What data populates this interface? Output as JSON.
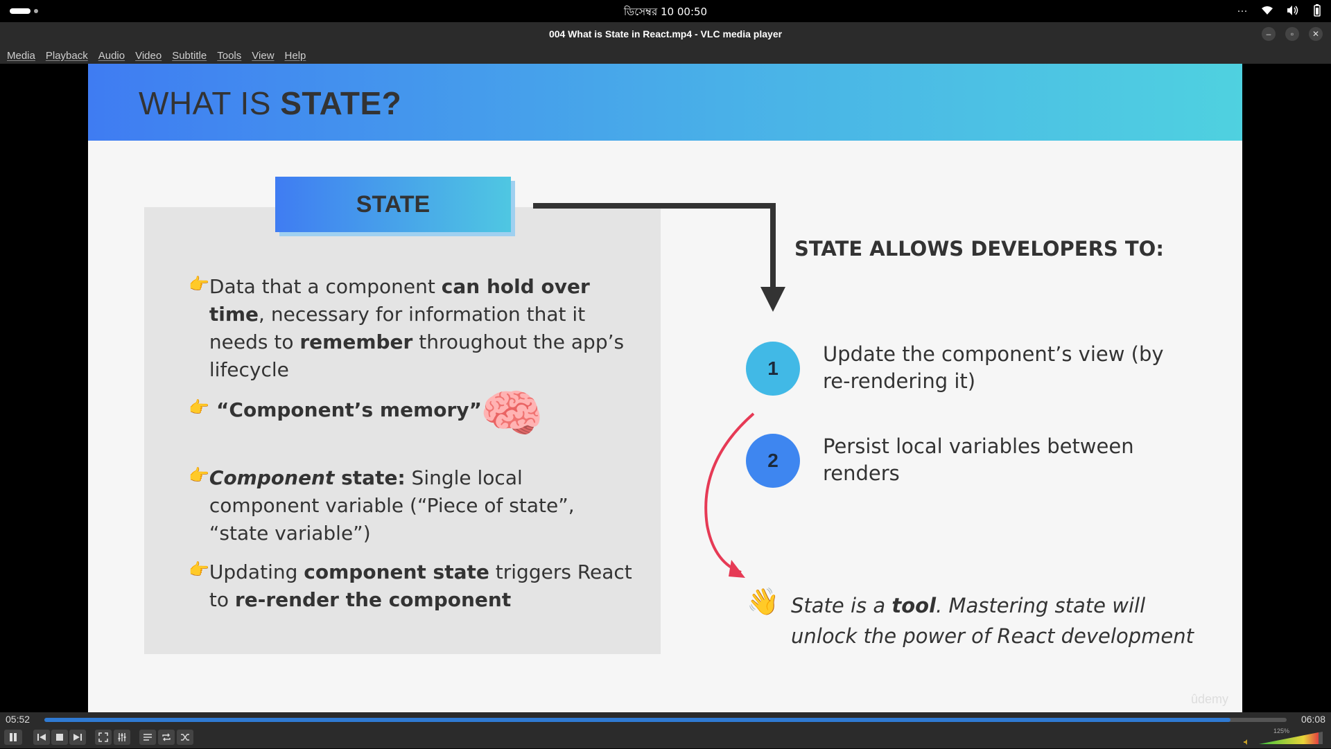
{
  "topbar": {
    "clock": "ডিসেম্বর 10  00:50",
    "more": "···"
  },
  "window": {
    "title": "004 What is State in React.mp4 - VLC media player",
    "minimize": "–",
    "restore": "▫",
    "close": "✕"
  },
  "menu": {
    "items": [
      "Media",
      "Playback",
      "Audio",
      "Video",
      "Subtitle",
      "Tools",
      "View",
      "Help"
    ]
  },
  "slide": {
    "title_light": "WHAT IS ",
    "title_bold": "STATE?",
    "tag": "STATE",
    "bullets": [
      {
        "p1": "Data that a component ",
        "b1": "can hold over time",
        "p2": ", necessary for information that it needs to ",
        "b2": "remember",
        "p3": " throughout the app’s lifecycle"
      },
      {
        "b1": "“Component’s memory”"
      },
      {
        "bi": "Component",
        "b1": " state:",
        "p2": " Single local component variable (“Piece of state”, “state variable”)"
      },
      {
        "p1": "Updating ",
        "b1": "component state",
        "p2": " triggers React to ",
        "b2": "re-render the component"
      }
    ],
    "allows": "STATE ALLOWS DEVELOPERS TO:",
    "items": [
      {
        "num": "1",
        "text": "Update the component’s view (by re-rendering it)"
      },
      {
        "num": "2",
        "text": "Persist local variables between renders"
      }
    ],
    "tool": {
      "p1": "State is a ",
      "b1": "tool",
      "p2": ". Mastering state will unlock the power of React development"
    },
    "watermark": "ûdemy"
  },
  "player": {
    "time_current": "05:52",
    "time_total": "06:08",
    "progress": 0.955,
    "volume_label": "125%",
    "accent": "#2f7ad3"
  }
}
